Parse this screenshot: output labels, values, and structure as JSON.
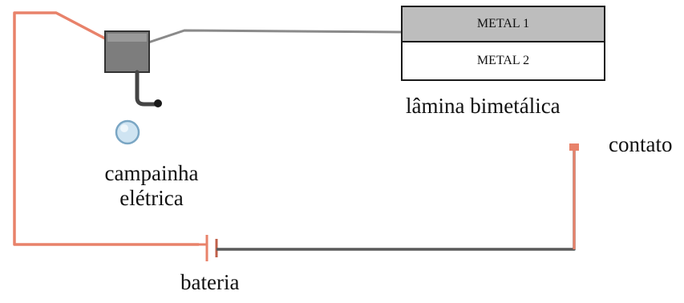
{
  "bimetal_strip": {
    "metal_1_label": "METAL 1",
    "metal_2_label": "METAL 2",
    "caption": "lâmina bimetálica"
  },
  "contact": {
    "caption": "contato"
  },
  "bell": {
    "caption_line_1": "campainha",
    "caption_line_2": "elétrica"
  },
  "battery": {
    "caption": "bateria"
  },
  "colors": {
    "wire_red": "#e8826a",
    "wire_dark": "#555555",
    "metal_1_fill": "#bdbdbd",
    "bell_box": "#7d7d7d",
    "bell_dome": "#cfe4f2"
  }
}
